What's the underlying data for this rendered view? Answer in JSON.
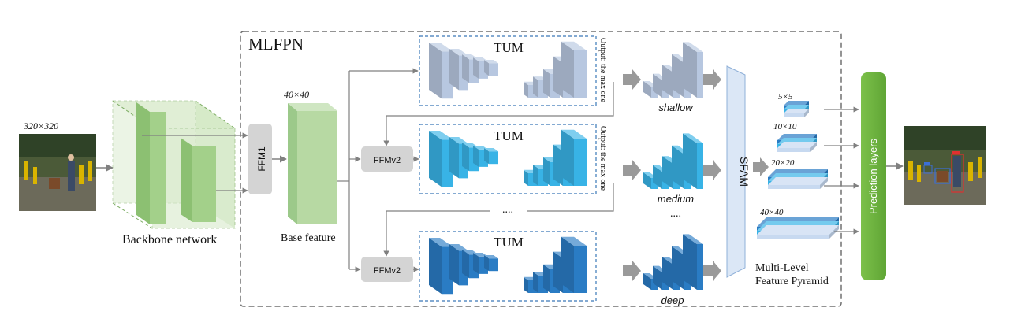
{
  "title": "MLFPN",
  "input": {
    "size": "320×320"
  },
  "backbone": {
    "label": "Backbone network"
  },
  "ffm1": {
    "label": "FFM1"
  },
  "base_feature": {
    "size": "40×40",
    "label": "Base feature"
  },
  "ffmv2": {
    "label": "FFMv2"
  },
  "tum": {
    "label": "TUM",
    "output_note": "Output: the max one"
  },
  "levels": {
    "shallow": "shallow",
    "medium": "medium",
    "deep": "deep",
    "ellipsis": "....",
    "ellipsis2": "...."
  },
  "sfam": {
    "label": "SFAM"
  },
  "pyramid": {
    "sizes": [
      "5×5",
      "10×10",
      "20×20",
      "40×40"
    ],
    "label_line1": "Multi-Level",
    "label_line2": "Feature Pyramid"
  },
  "prediction": {
    "label": "Prediction layers"
  },
  "colors": {
    "green": "#a8cf90",
    "shallow": "#b7c7e0",
    "medium": "#38b3e6",
    "deep": "#2a7cc4",
    "sfam": "#c7d9f0",
    "prediction": "#6cb33f"
  }
}
